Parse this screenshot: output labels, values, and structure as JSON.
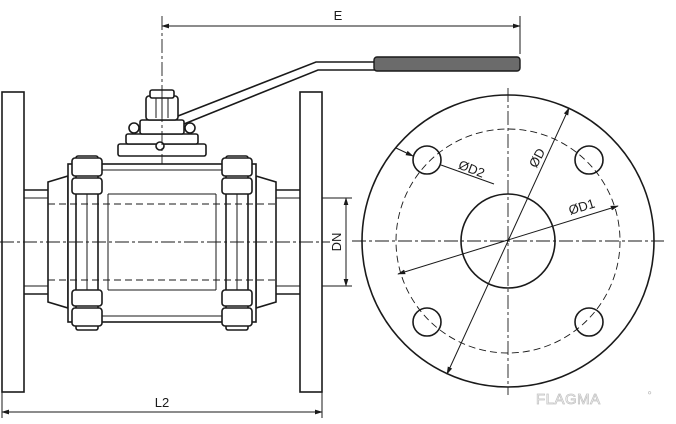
{
  "labels": {
    "handle_length": "E",
    "nominal_diameter": "DN",
    "overall_length": "L2",
    "bolt_circle_diameter": "ØD",
    "bolt_hole_diameter": "ØD2",
    "bore_diameter": "ØD1"
  },
  "watermark": "FLAGMA"
}
